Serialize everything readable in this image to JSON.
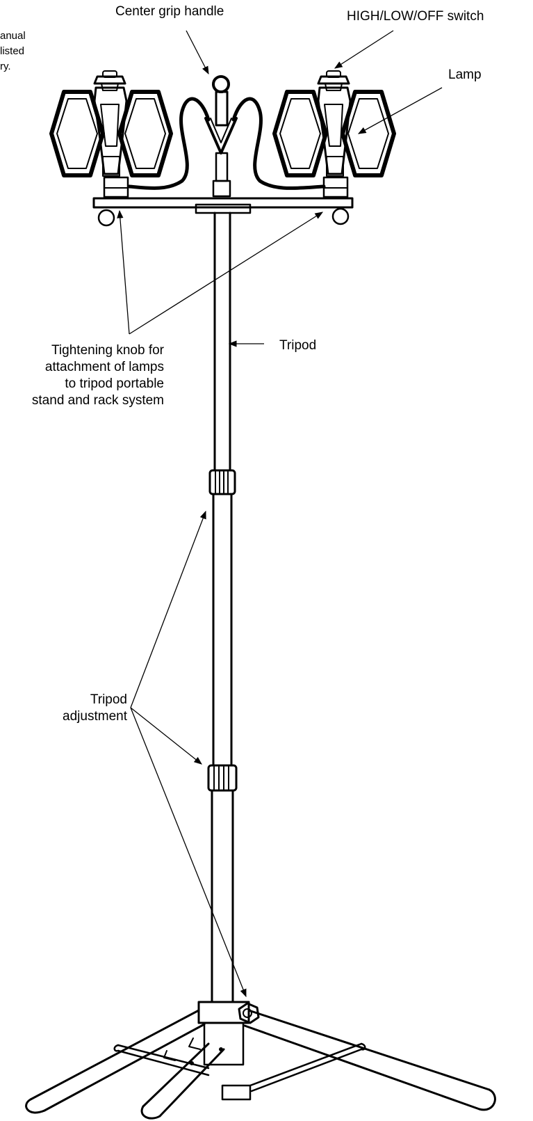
{
  "labels": {
    "center_grip": "Center grip handle",
    "switch": "HIGH/LOW/OFF switch",
    "lamp": "Lamp",
    "tripod": "Tripod",
    "tightening_knob": [
      "Tightening knob for",
      "attachment of lamps",
      "to tripod portable",
      "stand and rack system"
    ],
    "tripod_adjustment": [
      "Tripod",
      "adjustment"
    ]
  },
  "cropped_text": [
    "anual",
    "listed",
    "ry."
  ]
}
